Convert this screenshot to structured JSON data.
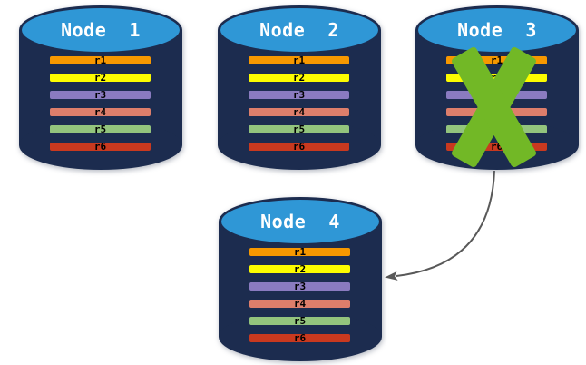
{
  "diagram": {
    "background": "#ffffff",
    "colors": {
      "cylinder_body": "#1C2C4F",
      "cylinder_top": "#2F97D6",
      "bar_text": "#000000",
      "node_title_text": "#ffffff",
      "failure_x": "#72B826",
      "arrow": "#595959"
    },
    "replicas": [
      {
        "label": "r1",
        "color": "#F79800"
      },
      {
        "label": "r2",
        "color": "#FCFC00"
      },
      {
        "label": "r3",
        "color": "#8A7BC0"
      },
      {
        "label": "r4",
        "color": "#DD7E6B"
      },
      {
        "label": "r5",
        "color": "#93C47D"
      },
      {
        "label": "r6",
        "color": "#C9391F"
      }
    ],
    "nodes": [
      {
        "id": "node-1",
        "label": "Node  1",
        "failed": false
      },
      {
        "id": "node-2",
        "label": "Node  2",
        "failed": false
      },
      {
        "id": "node-3",
        "label": "Node  3",
        "failed": true
      },
      {
        "id": "node-4",
        "label": "Node  4",
        "failed": false
      }
    ],
    "arrow": {
      "from": "Node 3",
      "to": "Node 4"
    }
  }
}
